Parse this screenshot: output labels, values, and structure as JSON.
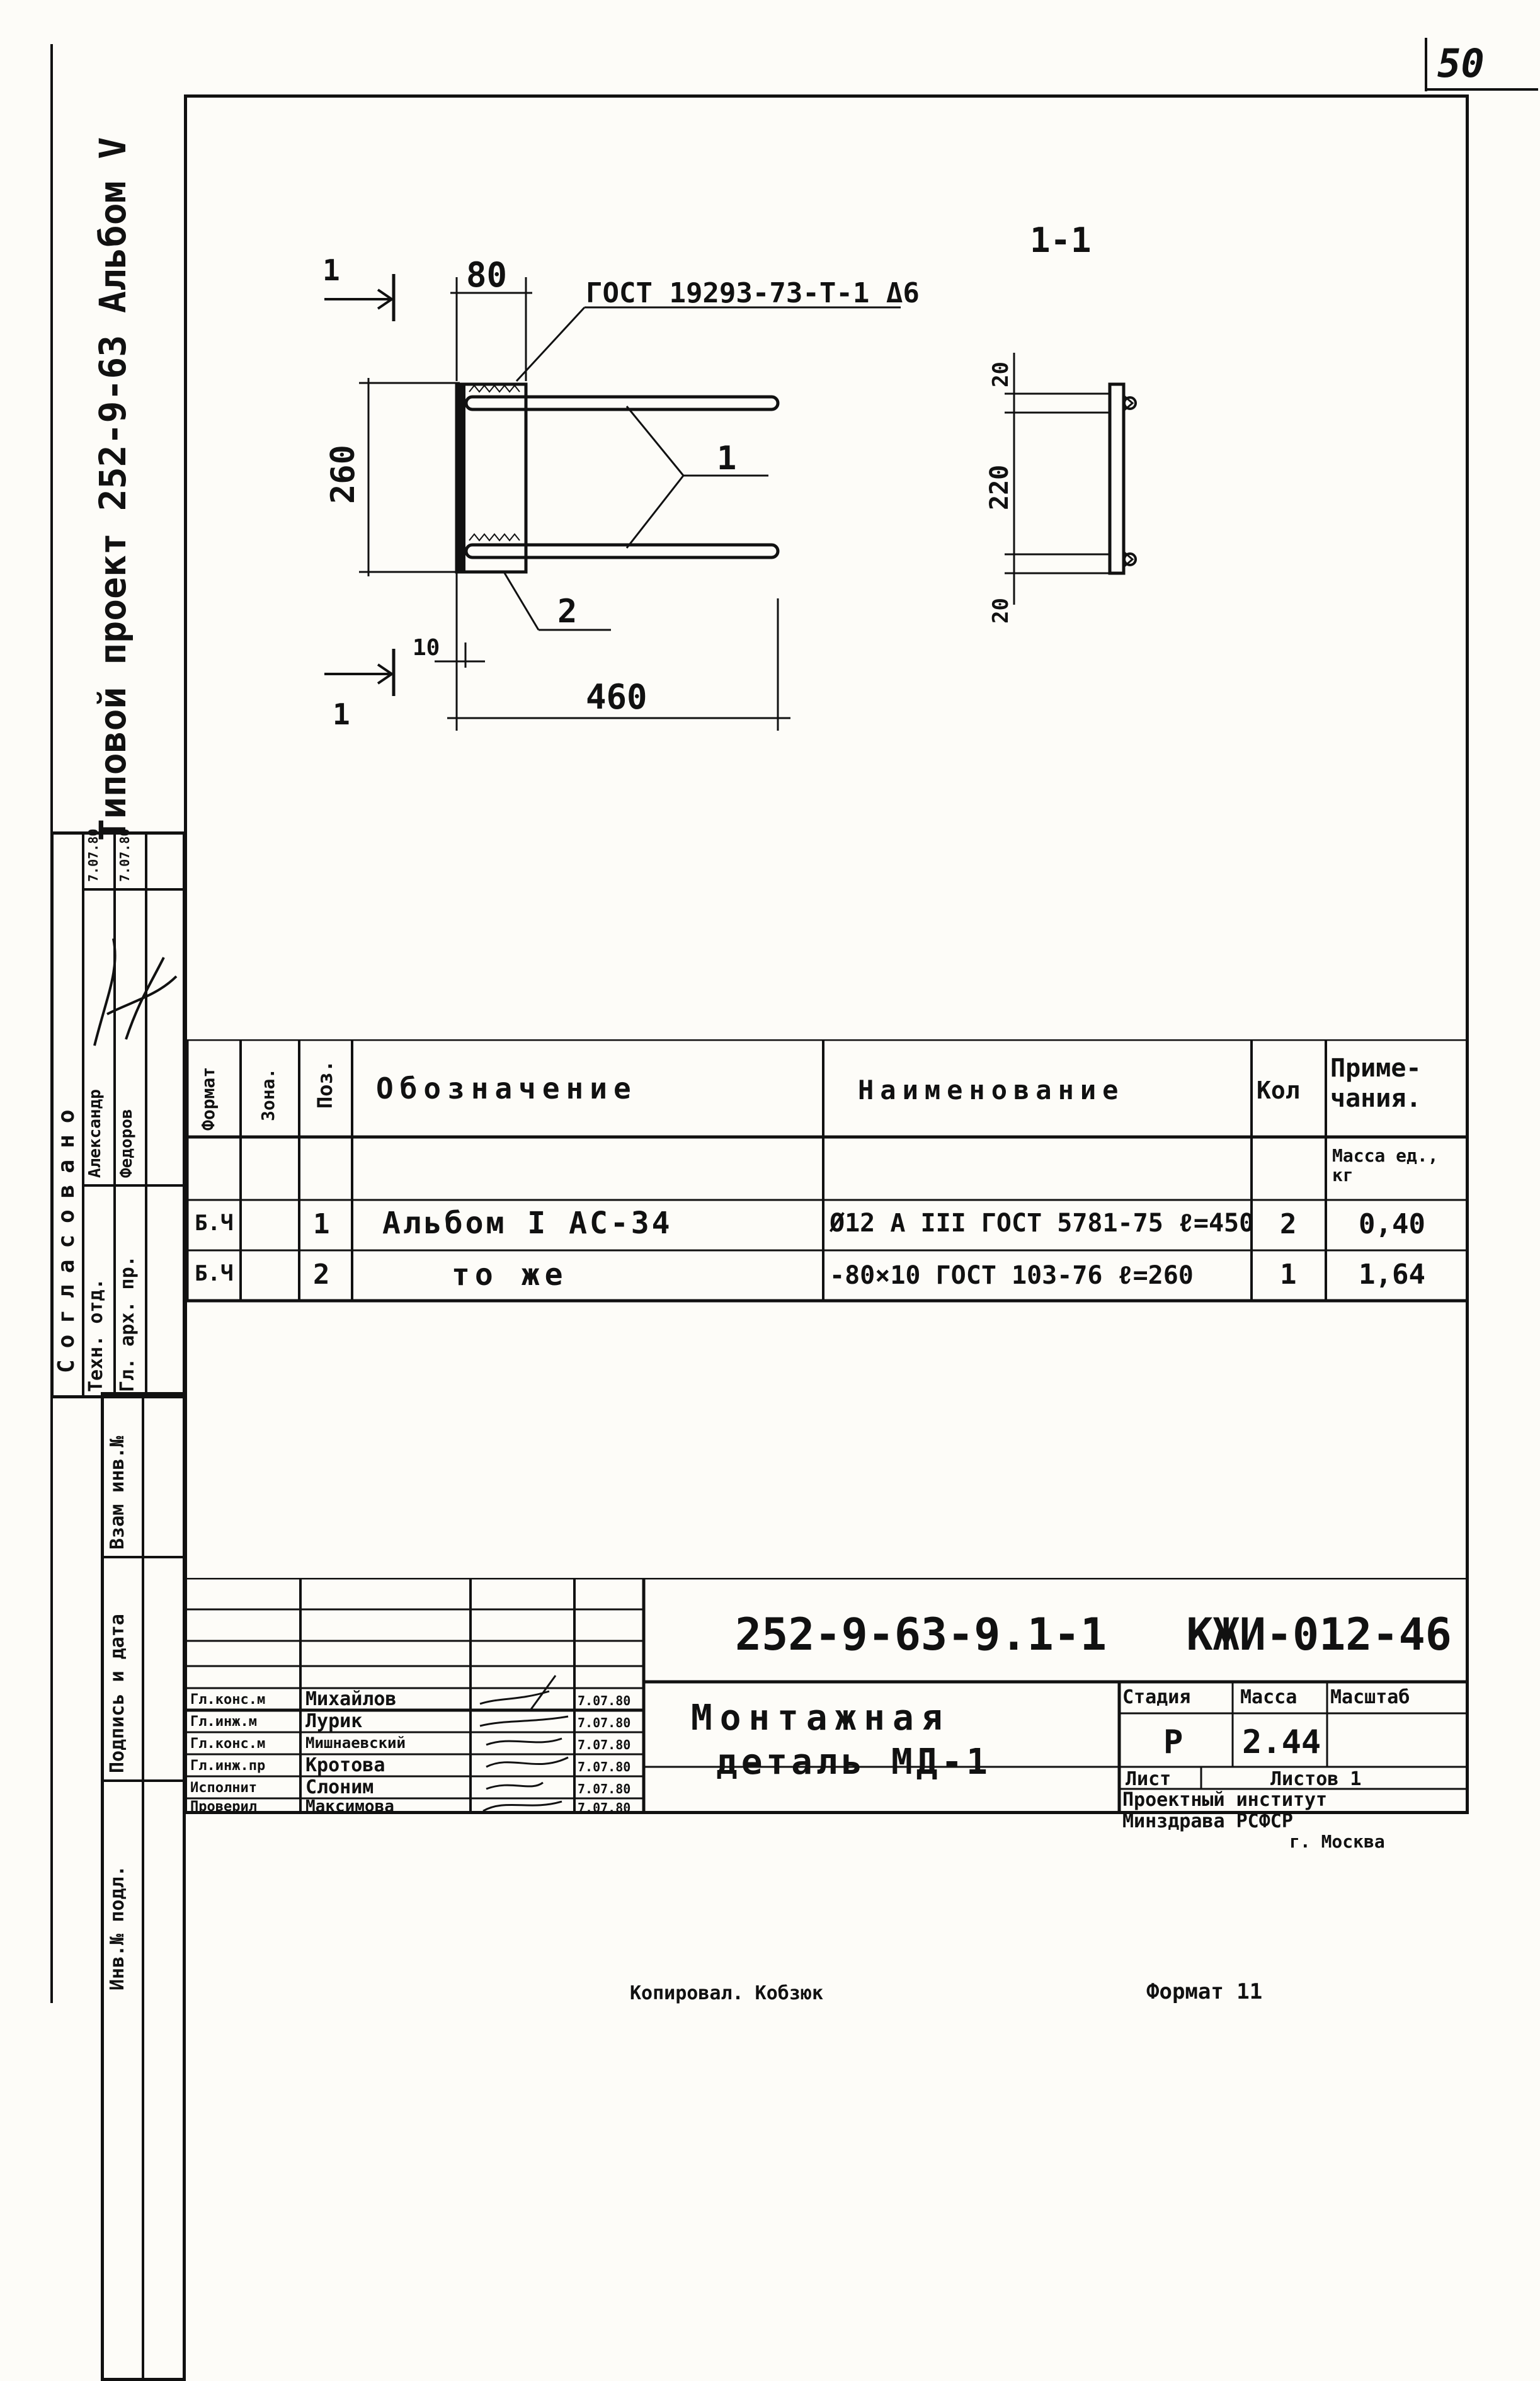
{
  "page_number": "50",
  "side_stamp": {
    "project_line": "Типовой проект 252-9-63 Альбом V",
    "agreed_title": "Согласовано",
    "agreed_rows": [
      {
        "role": "Техн. отд.",
        "name": "Александр",
        "date": "7.07.80"
      },
      {
        "role": "Гл. арх. пр.",
        "name": "Федоров",
        "date": "7.07.80"
      }
    ],
    "inv_labels": [
      "Взам инв.№",
      "Подпись и дата",
      "Инв.№ подл."
    ]
  },
  "drawing": {
    "section_mark": "1",
    "section_title": "1-1",
    "dim_top": "80",
    "dim_height": "260",
    "dim_thickness": "10",
    "dim_length": "460",
    "weld_note": "ГОСТ 19293-73-Т-1 Δ6",
    "pos_1": "1",
    "pos_2": "2",
    "sec_dim_top": "20",
    "sec_dim_mid": "220",
    "sec_dim_bottom": "20"
  },
  "spec_table": {
    "headers": {
      "format": "Формат",
      "zone": "Зона.",
      "pos": "Поз.",
      "designation": "Обозначение",
      "name": "Наименование",
      "qty": "Кол",
      "notes": "Приме-\nчания."
    },
    "mass_unit": "Масса ед., кг",
    "rows": [
      {
        "format": "Б.Ч",
        "zone": "",
        "pos": "1",
        "designation": "Альбом I АС-34",
        "name": "Ø12 А III ГОСТ 5781-75 ℓ=450",
        "qty": "2",
        "note": "0,40"
      },
      {
        "format": "Б.Ч",
        "zone": "",
        "pos": "2",
        "designation": "то же",
        "name": "-80×10 ГОСТ 103-76 ℓ=260",
        "qty": "1",
        "note": "1,64"
      }
    ]
  },
  "title_block": {
    "code": "252-9-63-9.1-1   КЖИ-012-46",
    "object_title_1": "Монтажная",
    "object_title_2": "деталь МД-1",
    "stage_label": "Стадия",
    "mass_label": "Масса",
    "scale_label": "Масштаб",
    "stage": "Р",
    "mass": "2.44",
    "scale": "",
    "sheet_label": "Лист",
    "sheets_label": "Листов 1",
    "org_1": "Проектный институт",
    "org_2": "Минздрава РСФСР",
    "org_3": "г. Москва",
    "signers": [
      {
        "role": "Гл.конс.м",
        "name": "Михайлов",
        "date": "7.07.80"
      },
      {
        "role": "Гл.инж.м",
        "name": "Лурик",
        "date": "7.07.80"
      },
      {
        "role": "Гл.конс.м",
        "name": "Мишнаевский",
        "date": "7.07.80"
      },
      {
        "role": "Гл.инж.пр",
        "name": "Кротова",
        "date": "7.07.80"
      },
      {
        "role": "Исполнит",
        "name": "Слоним",
        "date": "7.07.80"
      },
      {
        "role": "Проверил",
        "name": "Максимова",
        "date": "7.07.80"
      }
    ]
  },
  "footer": {
    "copied": "Копировал. Кобзюк",
    "format": "Формат 11"
  }
}
